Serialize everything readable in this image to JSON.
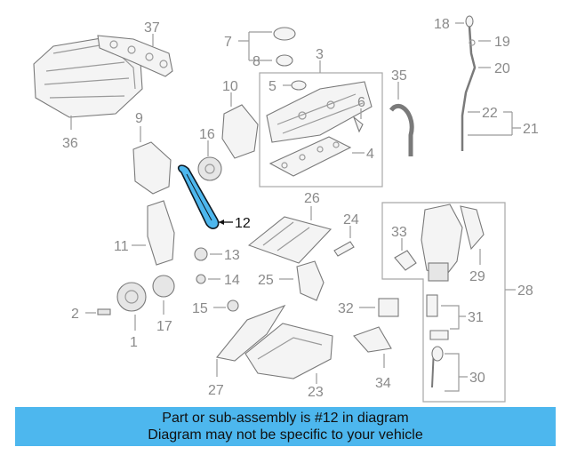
{
  "labels": {
    "l1": "1",
    "l2": "2",
    "l3": "3",
    "l4": "4",
    "l5": "5",
    "l6": "6",
    "l7": "7",
    "l8": "8",
    "l9": "9",
    "l10": "10",
    "l11": "11",
    "l12": "12",
    "l13": "13",
    "l14": "14",
    "l15": "15",
    "l16": "16",
    "l17": "17",
    "l18": "18",
    "l19": "19",
    "l20": "20",
    "l21": "21",
    "l22": "22",
    "l23": "23",
    "l24": "24",
    "l25": "25",
    "l26": "26",
    "l27": "27",
    "l28": "28",
    "l29": "29",
    "l30": "30",
    "l31": "31",
    "l32": "32",
    "l33": "33",
    "l34": "34",
    "l35": "35",
    "l36": "36",
    "l37": "37"
  },
  "highlight": {
    "part_number": "12",
    "color": "#4db7ee"
  },
  "caption": {
    "line1": "Part or sub-assembly is #12 in diagram",
    "line2": "Diagram may not be specific to your vehicle",
    "background": "#4db7ee"
  }
}
